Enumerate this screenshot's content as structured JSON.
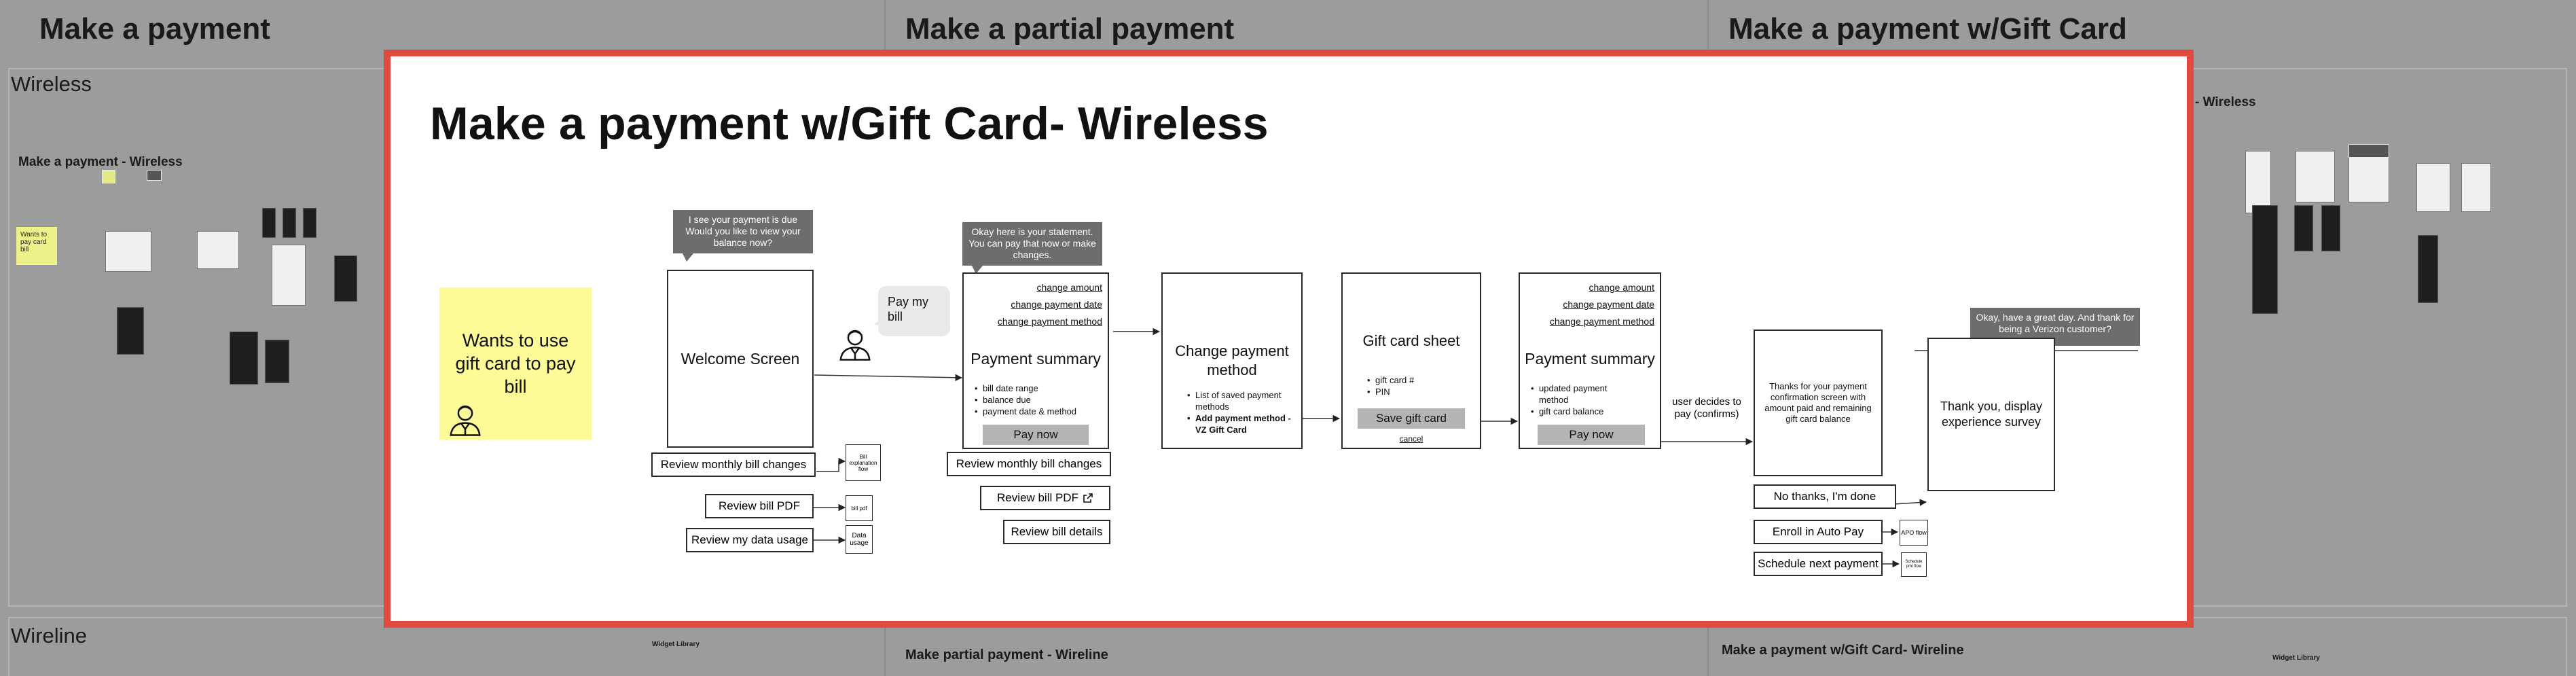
{
  "background": {
    "columns": [
      {
        "title": "Make a payment"
      },
      {
        "title": "Make a partial payment"
      },
      {
        "title": "Make a payment w/Gift Card"
      }
    ],
    "sections": {
      "wireless": "Wireless",
      "wireline": "Wireline"
    },
    "labels": {
      "wireless_flow": "Make a payment - Wireless",
      "gift_card_wireless_partial": "- Wireless",
      "wants_to_pay_sticky": "Wants to pay card bill",
      "widget_library": "Widget Library",
      "partial_wireline": "Make partial payment - Wireline",
      "gift_card_wireline": "Make a payment w/Gift Card- Wireline",
      "widget_library_right": "Widget Library"
    }
  },
  "overlay": {
    "title": "Make a payment w/Gift Card- Wireless",
    "sticky": "Wants to use gift card to pay bill",
    "bubbles": {
      "assistant_intro": "I see your payment is due Would you like to view your balance now?",
      "user_pay": "Pay my bill",
      "statement": "Okay here is your statement. You can pay that now or make changes.",
      "goodbye": "Okay, have a great day. And thank for being a Verizon customer?"
    },
    "welcome": {
      "title": "Welcome Screen",
      "buttons": [
        "Review monthly bill changes",
        "Review bill PDF",
        "Review my data usage"
      ],
      "side_boxes": [
        "Bill explanation flow",
        "bill pdf",
        "Data usage"
      ]
    },
    "summary1": {
      "links": [
        "change amount",
        "change payment date",
        "change payment method"
      ],
      "title": "Payment summary",
      "bullets": [
        "bill date range",
        "balance due",
        "payment date & method"
      ],
      "pay_label": "Pay now",
      "buttons": [
        "Review monthly bill changes",
        "Review bill PDF",
        "Review bill details"
      ],
      "external_icon": "external-link-icon"
    },
    "change_method": {
      "title": "Change payment method",
      "bullets": [
        "List of saved payment methods"
      ],
      "bold_bullets": [
        "Add payment method - VZ Gift Card"
      ]
    },
    "gift_sheet": {
      "title": "Gift card sheet",
      "bullets": [
        "gift card #",
        "PIN"
      ],
      "save_label": "Save gift card",
      "cancel_label": "cancel"
    },
    "summary2": {
      "links": [
        "change amount",
        "change payment date",
        "change payment method"
      ],
      "title": "Payment summary",
      "bullets": [
        "updated payment method",
        "gift card balance"
      ],
      "pay_label": "Pay now"
    },
    "edge_label": "user decides to pay (confirms)",
    "confirmation": {
      "text": "Thanks for your payment confirmation screen with amount paid and remaining gift card balance",
      "buttons": [
        "No thanks, I'm done",
        "Enroll in Auto Pay",
        "Schedule next payment"
      ],
      "side_boxes": [
        "APO flow",
        "Schedule pmt flow"
      ]
    },
    "survey": {
      "text": "Thank you, display experience survey"
    },
    "colors": {
      "frame": "#e14a3e",
      "sticky": "#fdfb97",
      "bubble": "#6d6d6d",
      "button": "#b4b4b4"
    }
  }
}
